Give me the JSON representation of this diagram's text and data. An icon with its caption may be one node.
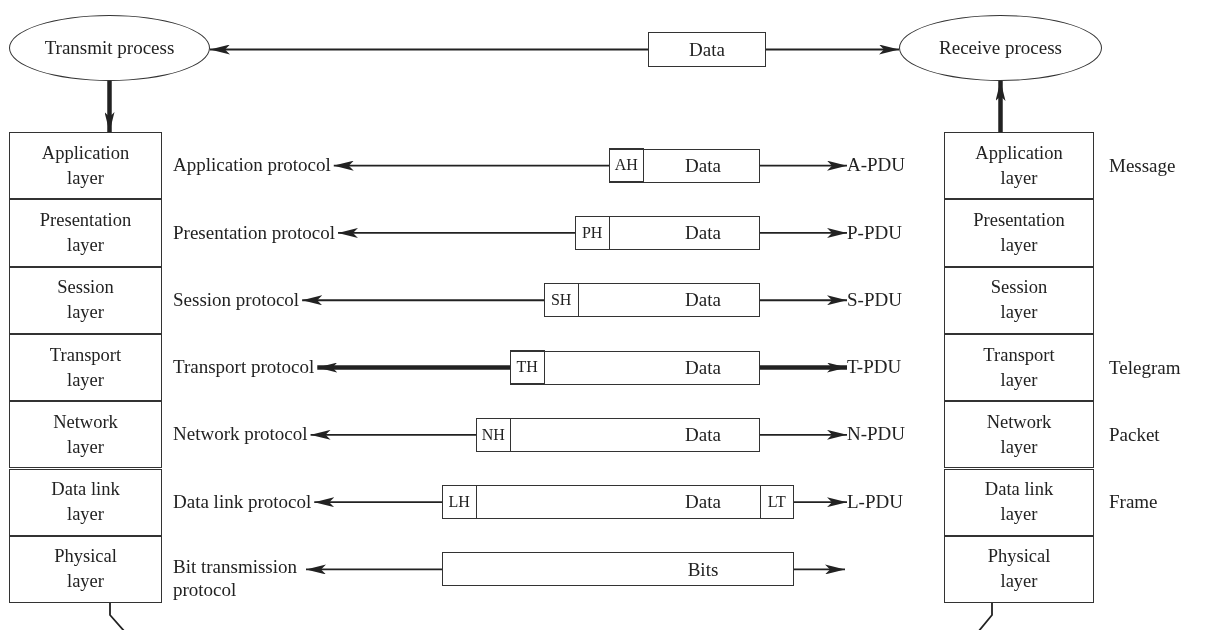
{
  "diagram": {
    "nodes": [
      {
        "text": [
          "Transmit process"
        ]
      },
      {
        "text": [
          "Data"
        ]
      },
      {
        "text": [
          "Receive process"
        ]
      },
      {
        "text": [
          "Application layer"
        ]
      },
      {
        "text": [
          "Application protocol"
        ]
      },
      {
        "text": [
          "Data"
        ]
      },
      {
        "text": [
          "AH"
        ],
        "in": 5
      },
      {
        "text": [
          "A-PDU"
        ]
      },
      {
        "text": [
          "Application layer"
        ],
        "beside": [
          "Message"
        ]
      },
      {
        "text": [
          "Presentation layer"
        ]
      },
      {
        "text": [
          "Presentation protocol"
        ]
      },
      {
        "text": [
          "Data"
        ]
      },
      {
        "text": [
          "PH"
        ],
        "in": 11
      },
      {
        "text": [
          "P-PDU"
        ]
      },
      {
        "text": [
          "Presentation layer"
        ]
      },
      {
        "text": [
          "Session layer"
        ]
      },
      {
        "text": [
          "Session protocol"
        ]
      },
      {
        "text": [
          "Data"
        ]
      },
      {
        "text": [
          "SH"
        ],
        "in": 17
      },
      {
        "text": [
          "S-PDU"
        ]
      },
      {
        "text": [
          "Session layer"
        ]
      },
      {
        "text": [
          "Transport layer"
        ]
      },
      {
        "text": [
          "Transport protocol"
        ]
      },
      {
        "text": [
          "Data"
        ]
      },
      {
        "text": [
          "TH"
        ],
        "in": 23
      },
      {
        "text": [
          "T-PDU"
        ]
      },
      {
        "text": [
          "Transport layer"
        ],
        "beside": [
          "Telegram"
        ]
      },
      {
        "text": [
          "Network layer"
        ]
      },
      {
        "text": [
          "Network protocol"
        ]
      },
      {
        "text": [
          "Data"
        ]
      },
      {
        "text": [
          "NH"
        ],
        "in": 29
      },
      {
        "text": [
          "N-PDU"
        ]
      },
      {
        "text": [
          "Network layer"
        ],
        "beside": [
          "Packet"
        ]
      },
      {
        "text": [
          "Data link layer"
        ]
      },
      {
        "text": [
          "Data link protocol"
        ]
      },
      {
        "text": [
          "Data"
        ]
      },
      {
        "text": [
          "LH"
        ],
        "in": 35
      },
      {
        "text": [
          "LT"
        ],
        "in": 35
      },
      {
        "text": [
          "L-PDU"
        ]
      },
      {
        "text": [
          "Data link layer"
        ],
        "beside": [
          "Frame"
        ]
      },
      {
        "text": [
          "Physical layer"
        ]
      },
      {
        "text": [
          "Bit transmission protocol"
        ]
      },
      {
        "text": [
          "Bits"
        ]
      },
      {
        "text": [
          "Physical layer"
        ]
      }
    ],
    "edges": [
      {
        "from": 1,
        "to": 0,
        "arrow": "to"
      },
      {
        "from": 1,
        "to": 2,
        "arrow": "to"
      },
      {
        "from": 0,
        "to": 3,
        "arrow": "to",
        "style": "thick"
      },
      {
        "from": 8,
        "to": 2,
        "arrow": "to",
        "style": "thick"
      },
      {
        "from": 5,
        "to": 4,
        "arrow": "to"
      },
      {
        "from": 5,
        "to": 7,
        "arrow": "to"
      },
      {
        "from": 11,
        "to": 10,
        "arrow": "to"
      },
      {
        "from": 11,
        "to": 13,
        "arrow": "to"
      },
      {
        "from": 17,
        "to": 16,
        "arrow": "to"
      },
      {
        "from": 17,
        "to": 19,
        "arrow": "to"
      },
      {
        "from": 23,
        "to": 22,
        "arrow": "to",
        "style": "thick"
      },
      {
        "from": 23,
        "to": 25,
        "arrow": "to",
        "style": "thick"
      },
      {
        "from": 29,
        "to": 28,
        "arrow": "to"
      },
      {
        "from": 29,
        "to": 31,
        "arrow": "to"
      },
      {
        "from": 35,
        "to": 34,
        "arrow": "to"
      },
      {
        "from": 35,
        "to": 38,
        "arrow": "to"
      },
      {
        "from": 42,
        "to": 41,
        "arrow": "to"
      },
      {
        "from": 42,
        "to": null,
        "arrow": "to"
      },
      {
        "from": 40,
        "to": null,
        "arrow": "none"
      },
      {
        "from": 43,
        "to": null,
        "arrow": "none"
      }
    ]
  }
}
